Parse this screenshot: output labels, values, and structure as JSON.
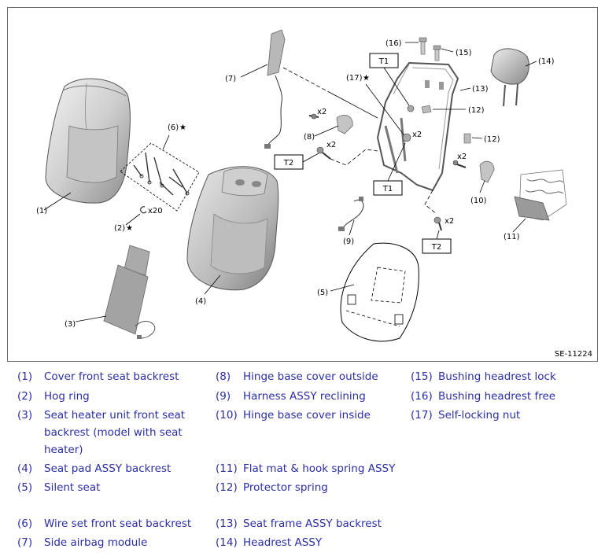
{
  "figure": {
    "id_label": "SE-11224",
    "callouts": {
      "c1": "(1)",
      "c2": "(2)",
      "c3": "(3)",
      "c4": "(4)",
      "c5": "(5)",
      "c6": "(6)",
      "c7": "(7)",
      "c8": "(8)",
      "c9": "(9)",
      "c10": "(10)",
      "c11": "(11)",
      "c12a": "(12)",
      "c12b": "(12)",
      "c13": "(13)",
      "c14": "(14)",
      "c15": "(15)",
      "c16": "(16)",
      "c17": "(17)"
    },
    "star": "★",
    "quantities": {
      "x20": "x20",
      "x2": "x2"
    },
    "torque_labels": {
      "t1": "T1",
      "t2": "T2"
    }
  },
  "legend": [
    {
      "num": "(1)",
      "text": "Cover front seat backrest"
    },
    {
      "num": "(2)",
      "text": "Hog ring"
    },
    {
      "num": "(3)",
      "text": "Seat heater unit front seat",
      "text2": "backrest (model with seat",
      "text3": "heater)"
    },
    {
      "num": "(4)",
      "text": "Seat pad ASSY backrest"
    },
    {
      "num": "(5)",
      "text": "Silent seat"
    },
    {
      "num": "(6)",
      "text": "Wire set front seat backrest"
    },
    {
      "num": "(7)",
      "text": "Side airbag module"
    },
    {
      "num": "(8)",
      "text": "Hinge base cover outside"
    },
    {
      "num": "(9)",
      "text": "Harness ASSY reclining"
    },
    {
      "num": "(10)",
      "text": "Hinge base cover inside"
    },
    {
      "num": "(11)",
      "text": "Flat mat & hook spring ASSY"
    },
    {
      "num": "(12)",
      "text": "Protector spring"
    },
    {
      "num": "(13)",
      "text": "Seat frame ASSY backrest"
    },
    {
      "num": "(14)",
      "text": "Headrest ASSY"
    },
    {
      "num": "(15)",
      "text": "Bushing headrest lock"
    },
    {
      "num": "(16)",
      "text": "Bushing headrest free"
    },
    {
      "num": "(17)",
      "text": "Self-locking nut"
    }
  ]
}
